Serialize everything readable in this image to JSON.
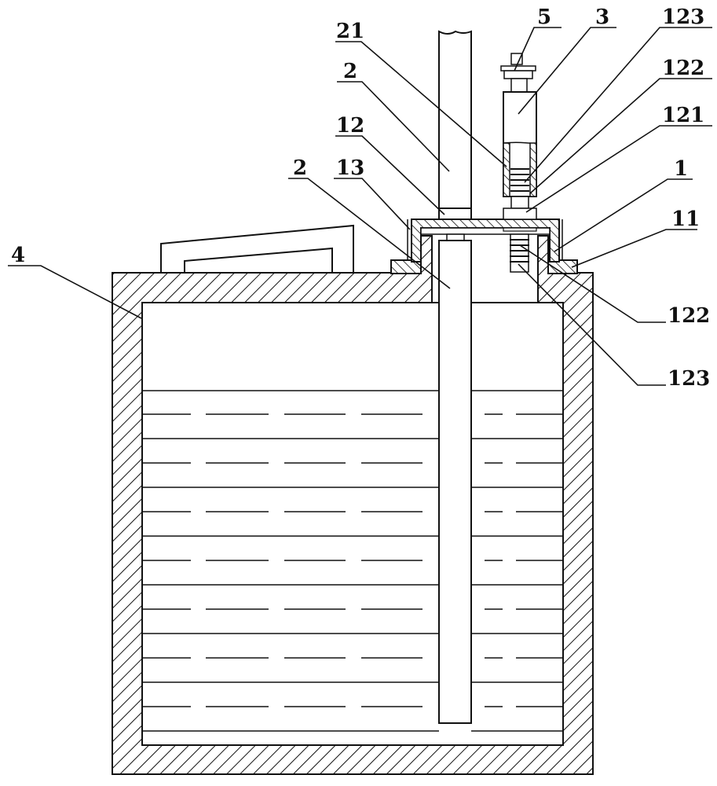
{
  "figure": {
    "labels": {
      "part_5": "5",
      "part_3": "3",
      "part_123_top": "123",
      "part_122_top": "122",
      "part_121": "121",
      "part_1": "1",
      "part_11": "11",
      "part_122_bottom": "122",
      "part_123_bottom": "123",
      "part_21": "21",
      "part_2_upper": "2",
      "part_12": "12",
      "part_2_lower": "2",
      "part_13": "13",
      "part_4": "4"
    }
  }
}
